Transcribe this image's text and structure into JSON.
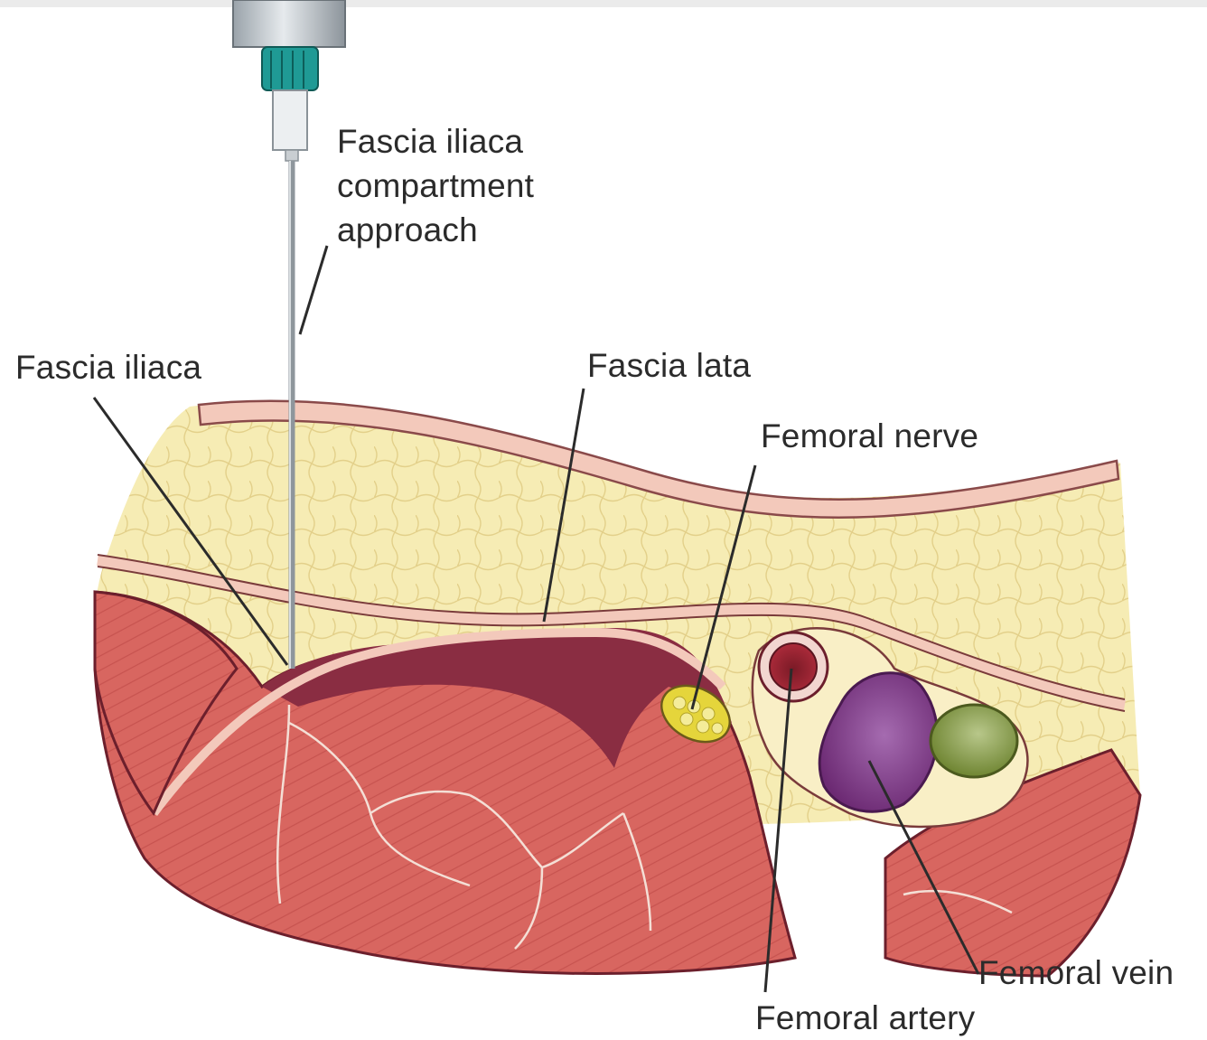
{
  "labels": {
    "approach": [
      "Fascia iliaca",
      "compartment",
      "approach"
    ],
    "fascia_iliaca": "Fascia iliaca",
    "fascia_lata": "Fascia lata",
    "femoral_nerve": "Femoral nerve",
    "femoral_vein": "Femoral vein",
    "femoral_artery": "Femoral artery"
  },
  "colors": {
    "fat": "#f6ecb4",
    "fascia": "#f3c9bb",
    "muscle": "#d86660",
    "intermuscular": "#8a2d42",
    "artery": "#9c2233",
    "vein": "#8a3f8f",
    "nerve": "#dccb2e",
    "lymph_node": "#8fa244",
    "needle_hub": "#1f9a95"
  }
}
